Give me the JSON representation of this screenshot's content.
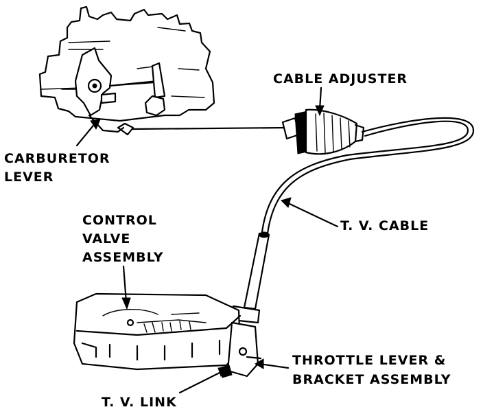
{
  "labels": {
    "cable_adjuster": "CABLE ADJUSTER",
    "carburetor_line1": "CARBURETOR",
    "carburetor_line2": "LEVER",
    "tv_cable": "T. V.  CABLE",
    "control_line1": "CONTROL",
    "control_line2": "VALVE",
    "control_line3": "ASSEMBLY",
    "throttle_line1": "THROTTLE LEVER &",
    "throttle_line2": "BRACKET ASSEMBLY",
    "tv_link": "T. V.  LINK"
  }
}
